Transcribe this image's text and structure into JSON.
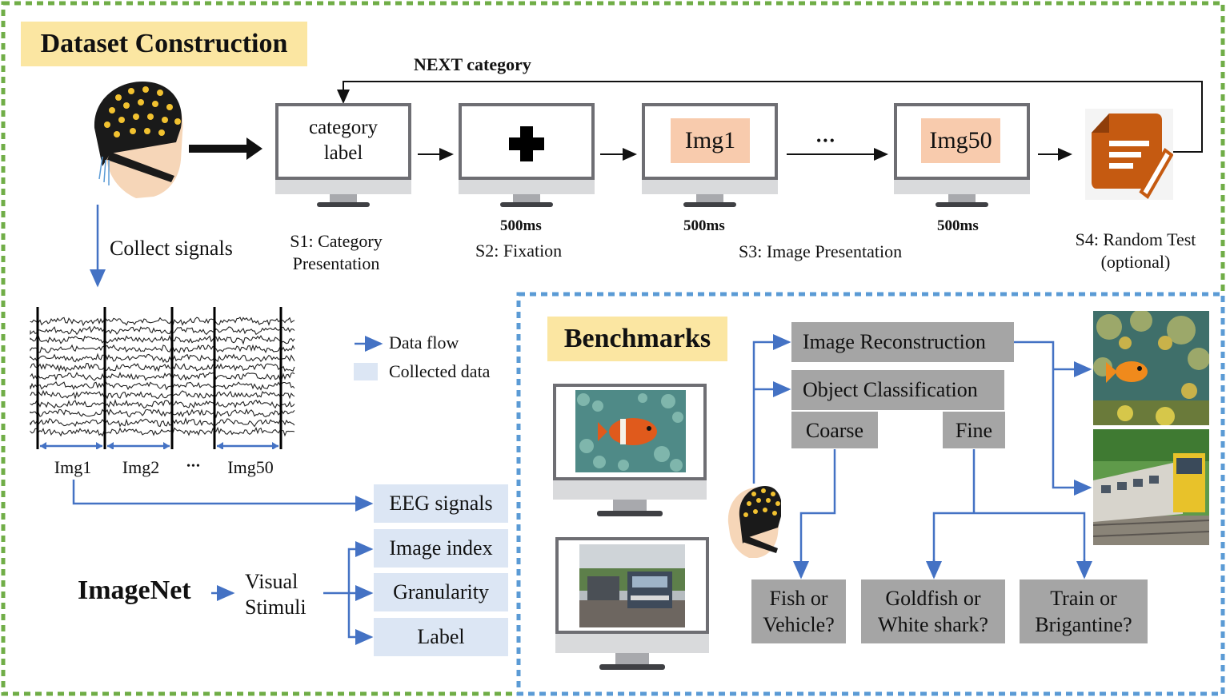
{
  "construction": {
    "title": "Dataset Construction",
    "next_category": "NEXT category",
    "collect_signals": "Collect signals",
    "category_label_line1": "category",
    "category_label_line2": "label",
    "img1": "Img1",
    "ellipsis": "•••",
    "img50": "Img50",
    "timing_s2": "500ms",
    "timing_img1": "500ms",
    "timing_img50": "500ms",
    "s1_line1": "S1: Category",
    "s1_line2": "Presentation",
    "s2": "S2: Fixation",
    "s3": "S3: Image Presentation",
    "s4_line1": "S4: Random Test",
    "s4_line2": "(optional)"
  },
  "eeg_labels": [
    "Img1",
    "Img2",
    "•••",
    "Img50"
  ],
  "legend": {
    "data_flow": "Data flow",
    "collected_data": "Collected data"
  },
  "data_items": [
    "EEG signals",
    "Image index",
    "Granularity",
    "Label"
  ],
  "imagenet": {
    "name": "ImageNet",
    "stimuli_line1": "Visual",
    "stimuli_line2": "Stimuli"
  },
  "benchmarks": {
    "title": "Benchmarks",
    "image_reconstruction": "Image Reconstruction",
    "object_classification": "Object Classification",
    "coarse": "Coarse",
    "fine": "Fine",
    "q1_line1": "Fish or",
    "q1_line2": "Vehicle?",
    "q2_line1": "Goldfish or",
    "q2_line2": "White shark?",
    "q3_line1": "Train or",
    "q3_line2": "Brigantine?"
  },
  "colors": {
    "green_border": "#70ad47",
    "blue_border": "#5b9bd5",
    "flow_blue": "#4472c4",
    "title_bg": "#fbe6a2",
    "stim_bg": "#f8cbad",
    "collected_bg": "#dce6f4",
    "gray_box": "#a5a5a5",
    "test_icon": "#c55a11"
  }
}
